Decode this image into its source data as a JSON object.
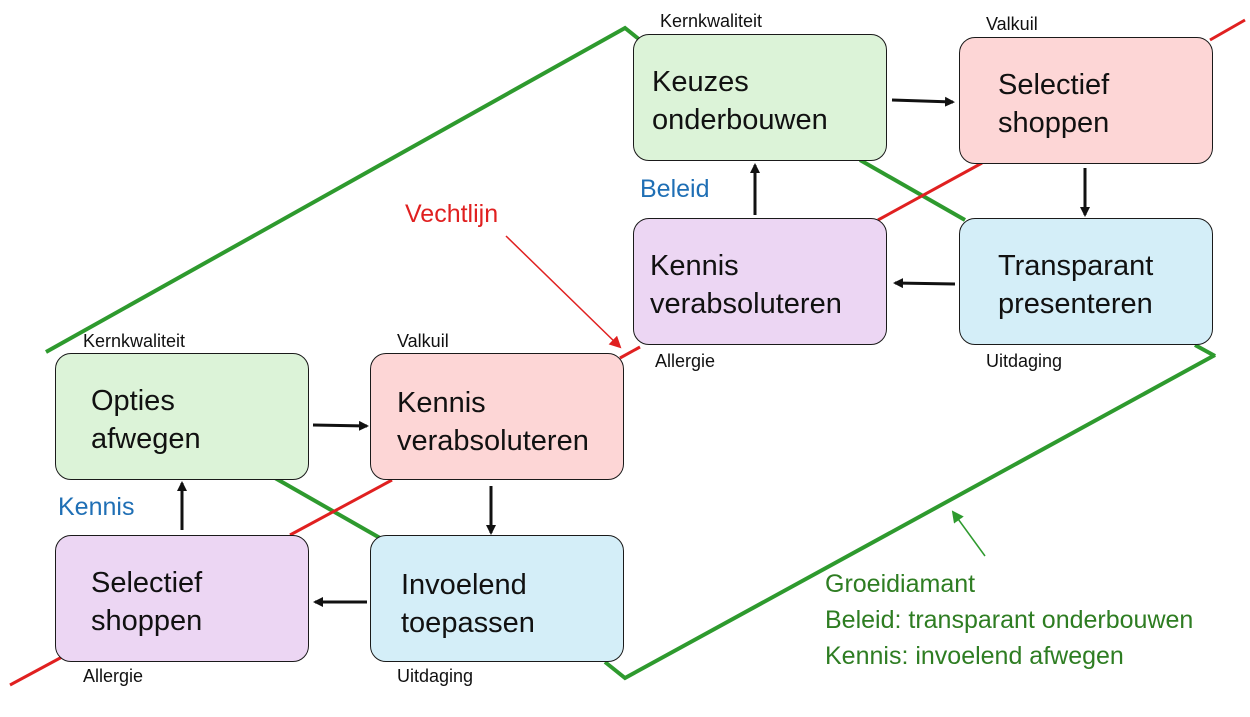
{
  "upper": {
    "kernkwaliteit": {
      "label": "Kernkwaliteit",
      "line1": "Keuzes",
      "line2": "onderbouwen"
    },
    "valkuil": {
      "label": "Valkuil",
      "line1": "Selectief",
      "line2": "shoppen"
    },
    "allergie": {
      "label": "Allergie",
      "line1": "Kennis",
      "line2": "verabsoluteren"
    },
    "uitdaging": {
      "label": "Uitdaging",
      "line1": "Transparant",
      "line2": "presenteren"
    },
    "side_label": "Beleid"
  },
  "lower": {
    "kernkwaliteit": {
      "label": "Kernkwaliteit",
      "line1": "Opties",
      "line2": "afwegen"
    },
    "valkuil": {
      "label": "Valkuil",
      "line1": "Kennis",
      "line2": "verabsoluteren"
    },
    "allergie": {
      "label": "Allergie",
      "line1": "Selectief",
      "line2": "shoppen"
    },
    "uitdaging": {
      "label": "Uitdaging",
      "line1": "Invoelend",
      "line2": "toepassen"
    },
    "side_label": "Kennis"
  },
  "vechtlijn": {
    "label": "Vechtlijn",
    "color": "#e02020"
  },
  "groeidiamant": {
    "title": "Groeidiamant",
    "line1": "Beleid: transparant onderbouwen",
    "line2": "Kennis: invoelend afwegen",
    "color": "#2e9a2e"
  },
  "colors": {
    "kernkwaliteit": "#dcf3d8",
    "valkuil": "#fdd6d6",
    "allergie": "#ecd6f3",
    "uitdaging": "#d4eef8",
    "side_label": "#1f6fb5"
  }
}
